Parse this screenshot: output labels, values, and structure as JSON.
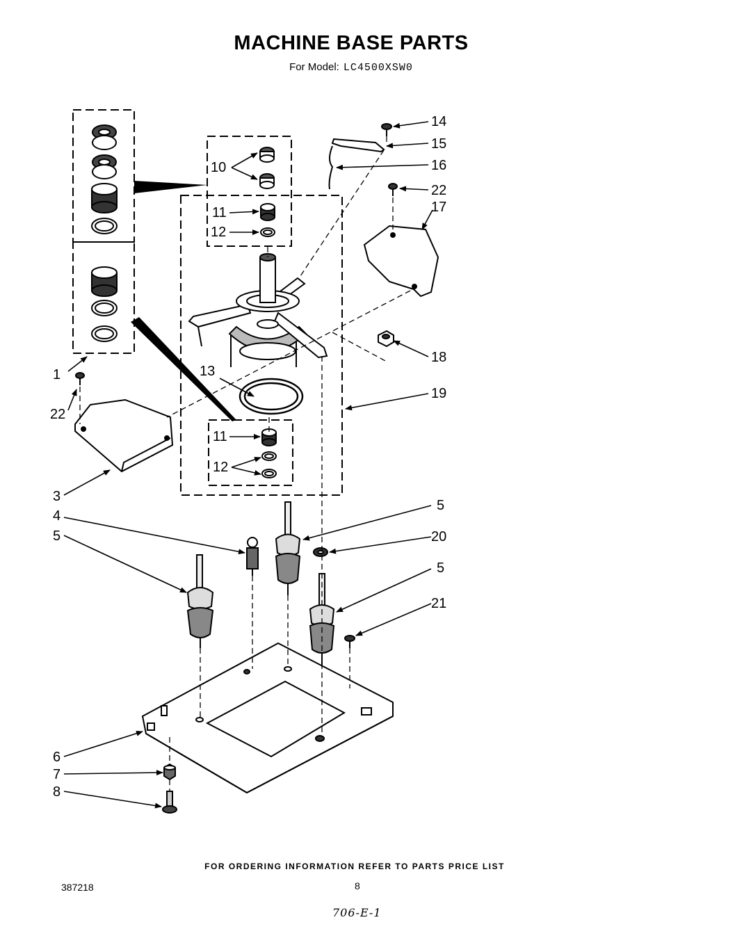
{
  "header": {
    "title": "MACHINE BASE PARTS",
    "model_label": "For Model:",
    "model_number": "LC4500XSW0"
  },
  "callouts": {
    "c1": "1",
    "c3": "3",
    "c4": "4",
    "c5a": "5",
    "c5b": "5",
    "c5c": "5",
    "c6": "6",
    "c7": "7",
    "c8": "8",
    "c10": "10",
    "c11a": "11",
    "c11b": "11",
    "c12a": "12",
    "c12b": "12",
    "c13": "13",
    "c14": "14",
    "c15": "15",
    "c16": "16",
    "c17": "17",
    "c18": "18",
    "c19": "19",
    "c20": "20",
    "c21": "21",
    "c22a": "22",
    "c22b": "22"
  },
  "footer": {
    "ordering_note": "FOR ORDERING INFORMATION REFER TO PARTS PRICE LIST",
    "document_number": "387218",
    "page_number": "8",
    "handwritten_note": "706-E-1"
  },
  "colors": {
    "ink": "#000000",
    "paper": "#ffffff"
  }
}
